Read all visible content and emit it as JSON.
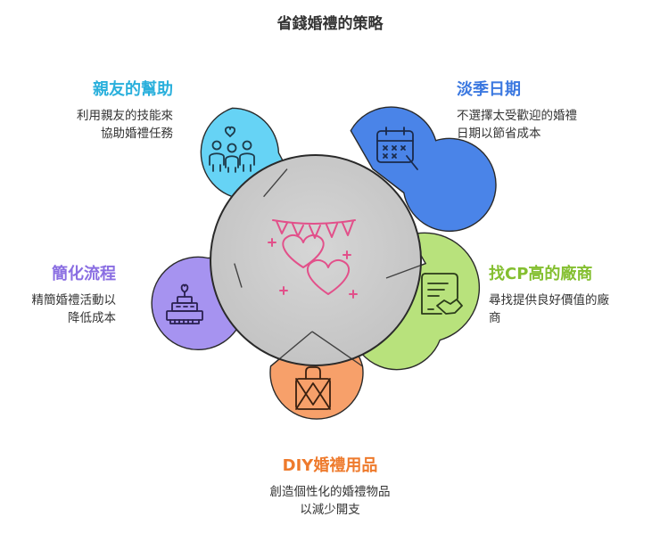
{
  "title": "省錢婚禮的策略",
  "center_icon": "hearts-and-bunting-icon",
  "strategies": [
    {
      "heading": "親友的幫助",
      "lines": [
        "利用親友的技能來",
        "協助婚禮任務"
      ],
      "icon": "family-group-icon",
      "color": "#66d3f5",
      "heading_color": "#2ab0dc"
    },
    {
      "heading": "淡季日期",
      "lines": [
        "不選擇太受歡迎的婚禮",
        "日期以節省成本"
      ],
      "icon": "calendar-icon",
      "color": "#4a84e8",
      "heading_color": "#3b78e0"
    },
    {
      "heading": "找CP高的廠商",
      "lines": [
        "尋找提供良好價值的廠",
        "商"
      ],
      "icon": "contract-handshake-icon",
      "color": "#b8e27c",
      "heading_color": "#84bf30"
    },
    {
      "heading": "DIY婚禮用品",
      "lines": [
        "創造個性化的婚禮物品",
        "以減少開支"
      ],
      "icon": "gift-box-icon",
      "color": "#f7a06a",
      "heading_color": "#ee7a2c"
    },
    {
      "heading": "簡化流程",
      "lines": [
        "精簡婚禮活動以",
        "降低成本"
      ],
      "icon": "wedding-cake-icon",
      "color": "#a693f0",
      "heading_color": "#8a6ee2"
    }
  ]
}
